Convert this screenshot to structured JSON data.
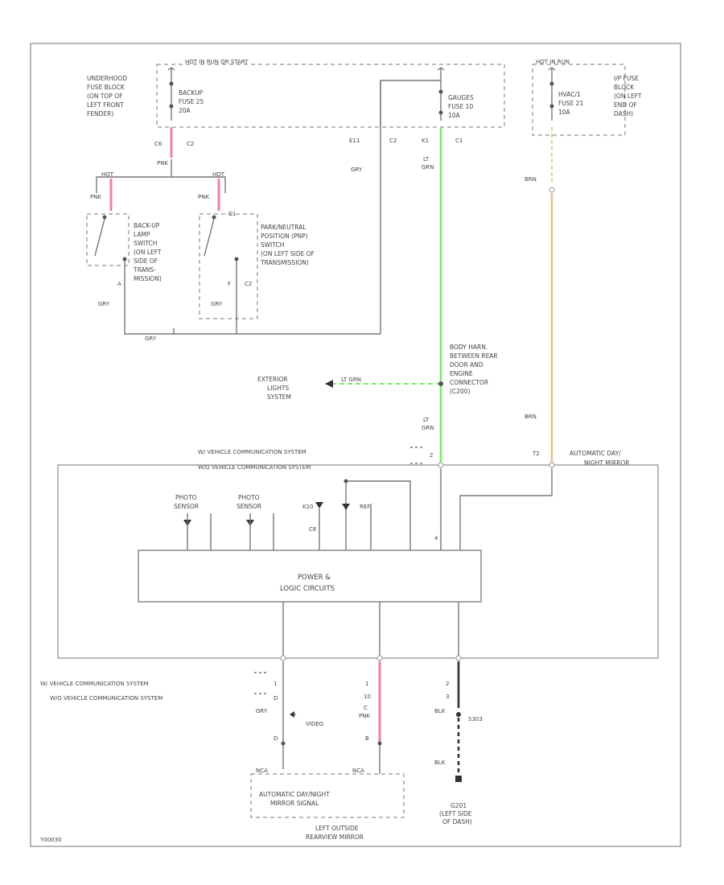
{
  "colors": {
    "pink": "#f080a0",
    "green": "#7cec6c",
    "tan": "#e8c080",
    "black": "#222222",
    "line": "#777777"
  },
  "top": {
    "hot_run_start": "HOT IN RUN OR START",
    "underhood_fuse_block": [
      "UNDERHOOD",
      "FUSE BLOCK",
      "(ON TOP OF",
      "LEFT FRONT",
      "FENDER)"
    ],
    "backup_fuse": [
      "BACKUP",
      "FUSE 25",
      "20A"
    ],
    "gauges_fuse": [
      "GAUGES",
      "FUSE 10",
      "10A"
    ],
    "hot_run": "HOT IN RUN",
    "hvac_fuse": [
      "HVAC/1",
      "FUSE 21",
      "10A"
    ],
    "ip_fuse_block": [
      "I/P FUSE",
      "BLOCK",
      "(ON LEFT",
      "END OF",
      "DASH)"
    ],
    "conn_c6": "C6",
    "conn_c2": "C2",
    "conn_e11": "E11",
    "conn_c2b": "C2",
    "conn_k1": "K1",
    "conn_c1": "C1",
    "wire_pnk": "PNK",
    "wire_gry": "GRY",
    "wire_lt_grn": [
      "LT",
      "GRN"
    ],
    "wire_brn": "BRN"
  },
  "switches": {
    "hot_label": "HOT",
    "wire_pnk": "PNK",
    "backup_switch": [
      "BACK-UP",
      "LAMP",
      "SWITCH",
      "(ON LEFT",
      "SIDE OF",
      "TRANS-",
      "MISSION)"
    ],
    "pnp_switch": [
      "PARK/NEUTRAL",
      "POSITION (PNP)",
      "SWITCH",
      "(ON LEFT SIDE OF",
      "TRANSMISSION)"
    ],
    "pin_a": "A",
    "pin_f": "F",
    "conn_c2": "C2",
    "conn_c1": "C1",
    "wire_gry": "GRY"
  },
  "middle": {
    "body_harness": [
      "BODY HARN.",
      "BETWEEN REAR",
      "DOOR AND",
      "ENGINE",
      "CONNECTOR",
      "(C200)"
    ],
    "exterior_lights": [
      "EXTERIOR",
      "LIGHTS",
      "SYSTEM"
    ],
    "wire_lt_grn_inline": "LT GRN",
    "wire_lt_grn": [
      "LT",
      "GRN"
    ],
    "wire_brn": "BRN",
    "conn_t2": "T2"
  },
  "module": {
    "vcs_1": "W/ VEHICLE COMMUNICATION SYSTEM",
    "vcs_2": "W/O VEHICLE COMMUNICATION SYSTEM",
    "auto_mirror": [
      "AUTOMATIC DAY/",
      "NIGHT MIRROR"
    ],
    "photo1": [
      "PHOTO",
      "SENSOR"
    ],
    "photo2": [
      "PHOTO",
      "SENSOR"
    ],
    "k10": "K10",
    "c6_contact": "C6",
    "ref": "REF",
    "power_logic": [
      "POWER &",
      "LOGIC CIRCUITS"
    ],
    "pin_2": "2",
    "pin_4": "4"
  },
  "bottom": {
    "vcs_1": "W/ VEHICLE COMMUNICATION SYSTEM",
    "vcs_2": "W/O VEHICLE COMMUNICATION SYSTEM",
    "wire_gry": "GRY",
    "video": "VIDEO",
    "pin_d": "D",
    "pin_b": "B",
    "pin_1": "1",
    "pin_10": "10",
    "conn_c": "C",
    "wire_pnk": "PNK",
    "wire_blk": "BLK",
    "wire_blk2": "BLK",
    "pin_2": "2",
    "pin_3": "3",
    "splice": "S303",
    "ground": "G201",
    "ground_loc": [
      "(LEFT SIDE",
      "OF DASH)"
    ],
    "nca1": "NCA",
    "nca2": "NCA",
    "auto_mirror_signal": [
      "AUTOMATIC DAY/NIGHT",
      "MIRROR SIGNAL"
    ],
    "left_outside_mirror": [
      "LEFT OUTSIDE",
      "REARVIEW MIRROR"
    ],
    "diagram_id": "Y00030"
  }
}
